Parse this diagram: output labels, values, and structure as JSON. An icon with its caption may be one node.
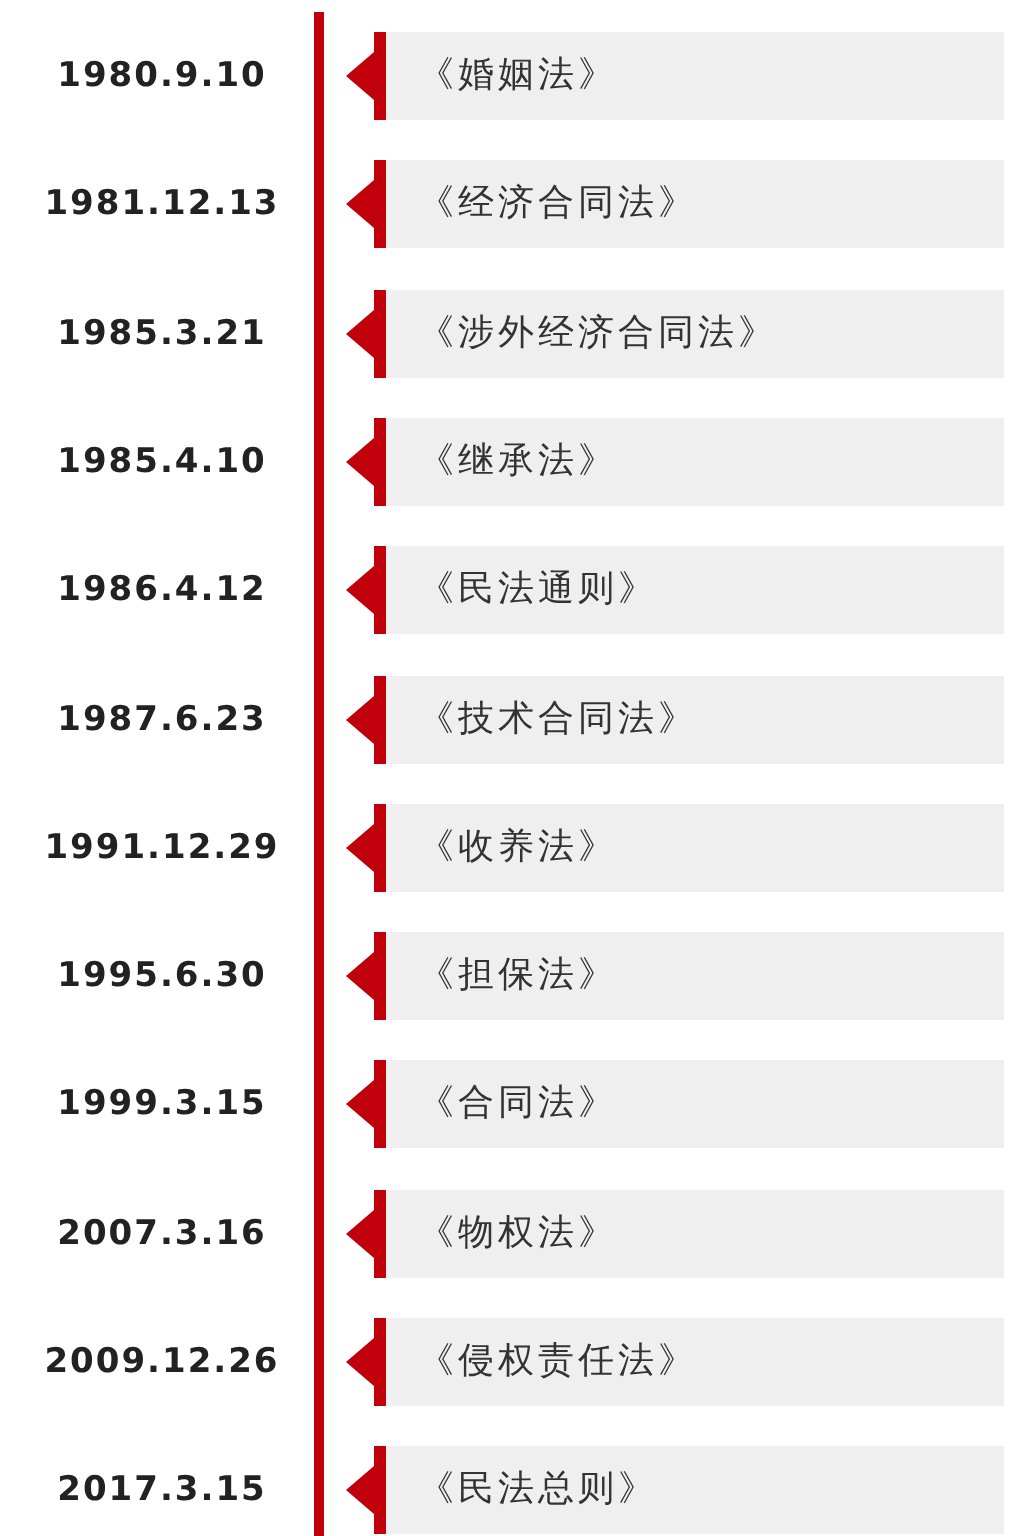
{
  "diagram": {
    "nodes": [
      {
        "text": [
          "《婚姻法》"
        ],
        "beside": [
          "1980.9.10"
        ]
      },
      {
        "text": [
          "《经济合同法》"
        ],
        "beside": [
          "1981.12.13"
        ]
      },
      {
        "text": [
          "《涉外经济合同法》"
        ],
        "beside": [
          "1985.3.21"
        ]
      },
      {
        "text": [
          "《继承法》"
        ],
        "beside": [
          "1985.4.10"
        ]
      },
      {
        "text": [
          "《民法通则》"
        ],
        "beside": [
          "1986.4.12"
        ]
      },
      {
        "text": [
          "《技术合同法》"
        ],
        "beside": [
          "1987.6.23"
        ]
      },
      {
        "text": [
          "《收养法》"
        ],
        "beside": [
          "1991.12.29"
        ]
      },
      {
        "text": [
          "《担保法》"
        ],
        "beside": [
          "1995.6.30"
        ]
      },
      {
        "text": [
          "《合同法》"
        ],
        "beside": [
          "1999.3.15"
        ]
      },
      {
        "text": [
          "《物权法》"
        ],
        "beside": [
          "2007.3.16"
        ]
      },
      {
        "text": [
          "《侵权责任法》"
        ],
        "beside": [
          "2009.12.26"
        ]
      },
      {
        "text": [
          "《民法总则》"
        ],
        "beside": [
          "2017.3.15"
        ]
      }
    ]
  }
}
